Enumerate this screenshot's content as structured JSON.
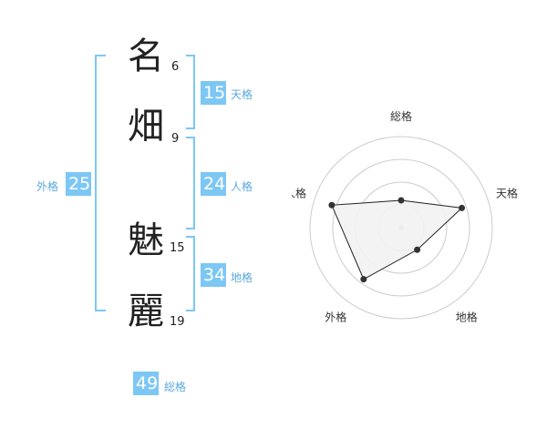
{
  "name": {
    "chars": [
      {
        "char": "名",
        "strokes": "6"
      },
      {
        "char": "畑",
        "strokes": "9"
      },
      {
        "char": "魅",
        "strokes": "15"
      },
      {
        "char": "麗",
        "strokes": "19"
      }
    ]
  },
  "kakusu": {
    "tenkaku": {
      "value": "15",
      "label": "天格"
    },
    "jinkaku": {
      "value": "24",
      "label": "人格"
    },
    "chikaku": {
      "value": "34",
      "label": "地格"
    },
    "gaikaku": {
      "value": "25",
      "label": "外格"
    },
    "soukaku": {
      "value": "49",
      "label": "総格"
    }
  },
  "chart_data": {
    "type": "radar",
    "axes": [
      "総格",
      "天格",
      "地格",
      "外格",
      "人格"
    ],
    "values": [
      1.5,
      3.5,
      1.5,
      3.5,
      4.0
    ],
    "max": 5,
    "rings": 4,
    "colors": {
      "fill": "#f2f2f2",
      "stroke": "#222222",
      "ring": "#cccccc",
      "point": "#333333"
    }
  }
}
